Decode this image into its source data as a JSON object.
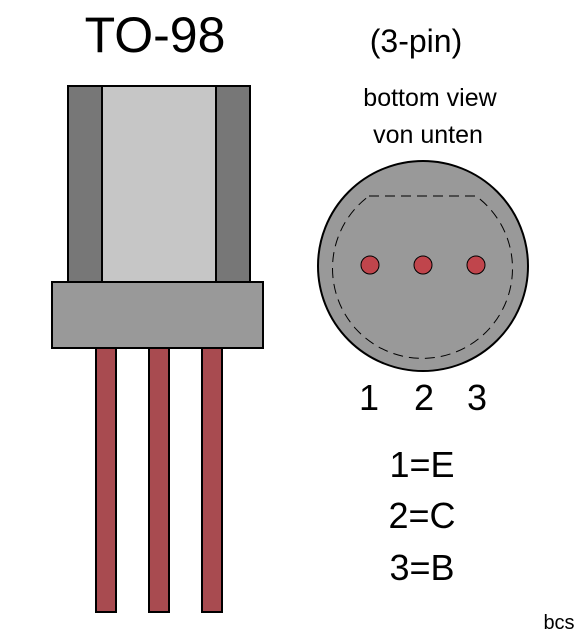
{
  "title": "TO-98",
  "pin_count_label": "(3-pin)",
  "view_label_en": "bottom view",
  "view_label_de": "von unten",
  "pins": [
    {
      "number": "1",
      "assignment": "1=E"
    },
    {
      "number": "2",
      "assignment": "2=C"
    },
    {
      "number": "3",
      "assignment": "3=B"
    }
  ],
  "credit": "bcs",
  "colors": {
    "body_dark": "#777777",
    "body_light": "#c6c6c6",
    "flange": "#999999",
    "lead": "#a84b50",
    "pin_dot": "#c0454c",
    "bottom_disc": "#999999",
    "outline": "#000000"
  }
}
